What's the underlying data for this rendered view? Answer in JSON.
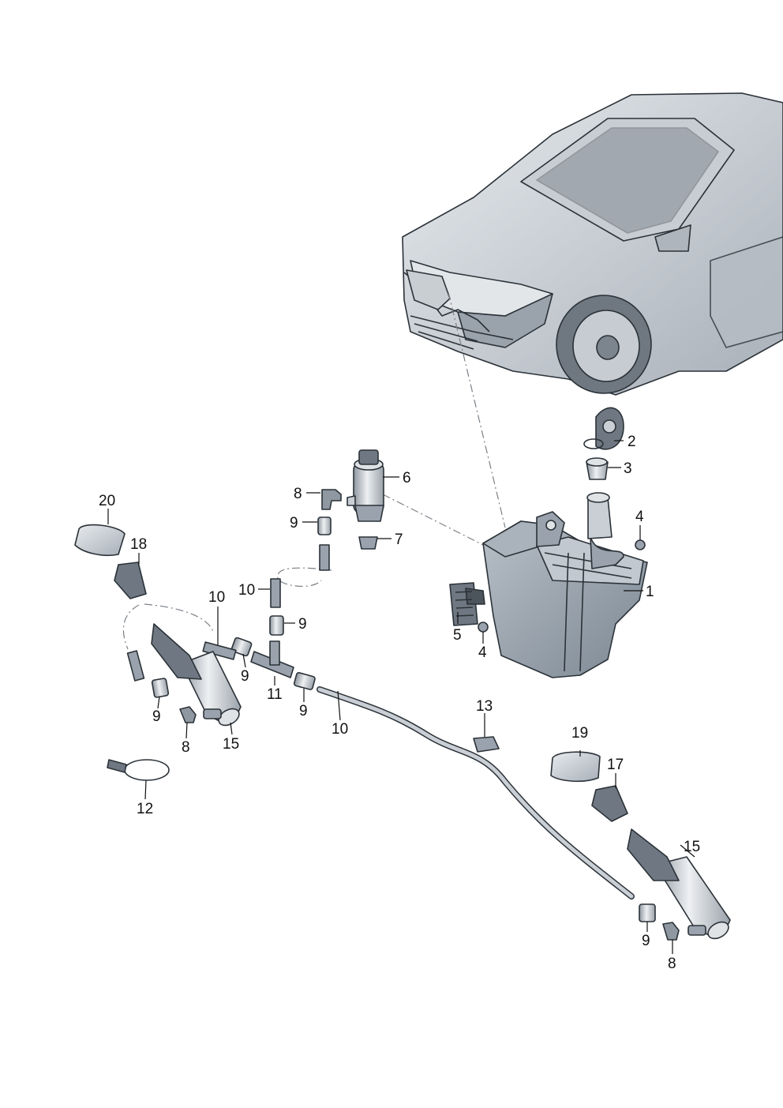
{
  "labels": {
    "p1": "1",
    "p2": "2",
    "p3": "3",
    "p4a": "4",
    "p4b": "4",
    "p5": "5",
    "p6": "6",
    "p7": "7",
    "p8a": "8",
    "p8b": "8",
    "p8c": "8",
    "p9a": "9",
    "p9b": "9",
    "p9c": "9",
    "p9d": "9",
    "p9e": "9",
    "p9f": "9",
    "p10a": "10",
    "p10b": "10",
    "p10c": "10",
    "p11": "11",
    "p12": "12",
    "p13": "13",
    "p15a": "15",
    "p15b": "15",
    "p17": "17",
    "p18": "18",
    "p19": "19",
    "p20": "20"
  },
  "colors": {
    "body_light": "#d9dde2",
    "body_mid": "#b3bac2",
    "body_dark": "#858d96",
    "tank_blue": "#8f9aa5",
    "line": "#2b3238"
  }
}
